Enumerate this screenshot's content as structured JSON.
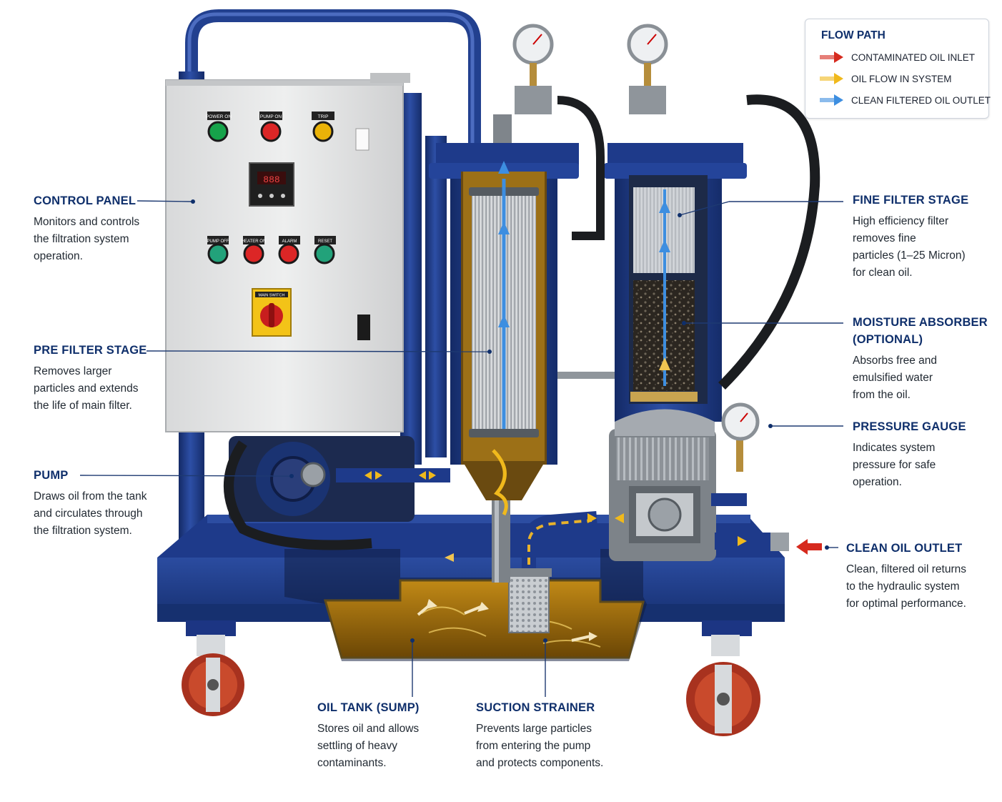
{
  "legend": {
    "title": "FLOW PATH",
    "items": [
      {
        "label": "CONTAMINATED OIL INLET",
        "color": "#d62a1e",
        "icon": "red-arrow-icon"
      },
      {
        "label": "OIL FLOW IN SYSTEM",
        "color": "#f0b91c",
        "icon": "yellow-arrow-icon"
      },
      {
        "label": "CLEAN FILTERED OIL OUTLET",
        "color": "#3d8ee0",
        "icon": "blue-arrow-icon"
      }
    ]
  },
  "callouts": {
    "control_panel": {
      "title": "CONTROL PANEL",
      "lines": [
        "Monitors and controls",
        "the filtration system",
        "operation."
      ]
    },
    "pre_filter": {
      "title": "PRE FILTER STAGE",
      "lines": [
        "Removes larger",
        "particles and extends",
        "the life of main filter."
      ]
    },
    "pump": {
      "title": "PUMP",
      "lines": [
        "Draws oil from the tank",
        "and circulates through",
        "the filtration system."
      ]
    },
    "oil_tank": {
      "title": "OIL TANK (SUMP)",
      "lines": [
        "Stores oil and allows",
        "settling of heavy",
        "contaminants."
      ]
    },
    "suction_strainer": {
      "title": "SUCTION STRAINER",
      "lines": [
        "Prevents large particles",
        "from entering the pump",
        "and protects components."
      ]
    },
    "fine_filter": {
      "title": "FINE FILTER STAGE",
      "lines": [
        "High efficiency filter",
        "removes fine",
        "particles (1–25 Micron)",
        "for clean oil."
      ]
    },
    "moisture": {
      "title_lines": [
        "MOISTURE ABSORBER",
        "(OPTIONAL)"
      ],
      "lines": [
        "Absorbs free and",
        "emulsified water",
        "from the oil."
      ]
    },
    "pressure_gauge": {
      "title": "PRESSURE GAUGE",
      "lines": [
        "Indicates system",
        "pressure for safe",
        "operation."
      ]
    },
    "clean_outlet": {
      "title": "CLEAN OIL OUTLET",
      "lines": [
        "Clean, filtered oil returns",
        "to the hydraulic system",
        "for optimal performance."
      ]
    }
  },
  "panel_labels": {
    "top": [
      "POWER ON",
      "PUMP ON",
      "TRIP"
    ],
    "bottom": [
      "PUMP OFF",
      "HEATER ON",
      "ALARM",
      "RESET"
    ],
    "switch": "MAIN SWITCH",
    "display": "888"
  },
  "colors": {
    "frame_blue": "#1e3a8a",
    "oil_amber": "#c98a16",
    "title_navy": "#0f2f6b",
    "panel_grey": "#e3e4e4"
  }
}
